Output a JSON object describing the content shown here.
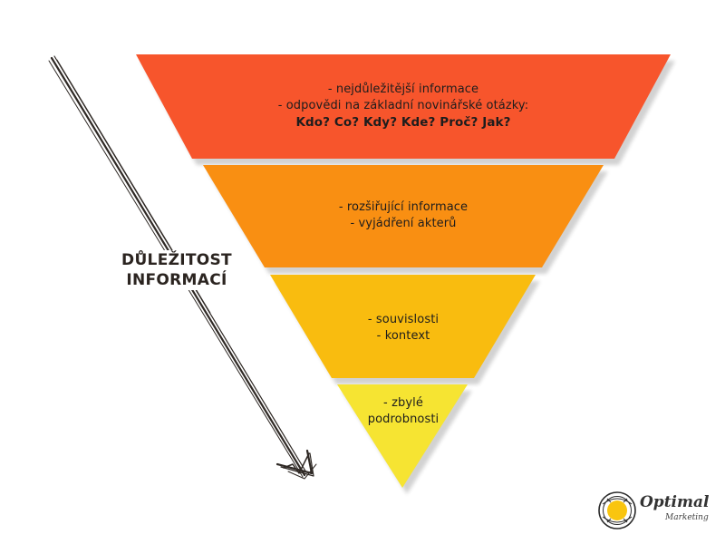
{
  "colors": {
    "tier1": "#f7552c",
    "tier2": "#f98f12",
    "tier3": "#f9bc0f",
    "tier4": "#f6e432",
    "arrow": "#2f2925"
  },
  "tiers": [
    {
      "lines": [
        "- nejdůležitější informace",
        "- odpovědi na základní novinářské otázky:"
      ],
      "emphasis": "Kdo? Co? Kdy? Kde? Proč? Jak?"
    },
    {
      "lines": [
        "- rozšiřující informace",
        "- vyjádření akterů"
      ]
    },
    {
      "lines": [
        "- souvislosti",
        "- kontext"
      ]
    },
    {
      "lines": [
        "- zbylé",
        "podrobnosti"
      ]
    }
  ],
  "axis": {
    "label_line1": "DŮLEŽITOST",
    "label_line2": "INFORMACÍ",
    "arrow_icon": "hand-drawn-arrow-icon"
  },
  "logo": {
    "name": "Optimal",
    "sub": "Marketing",
    "icon": "sun-circle-logo-icon"
  }
}
